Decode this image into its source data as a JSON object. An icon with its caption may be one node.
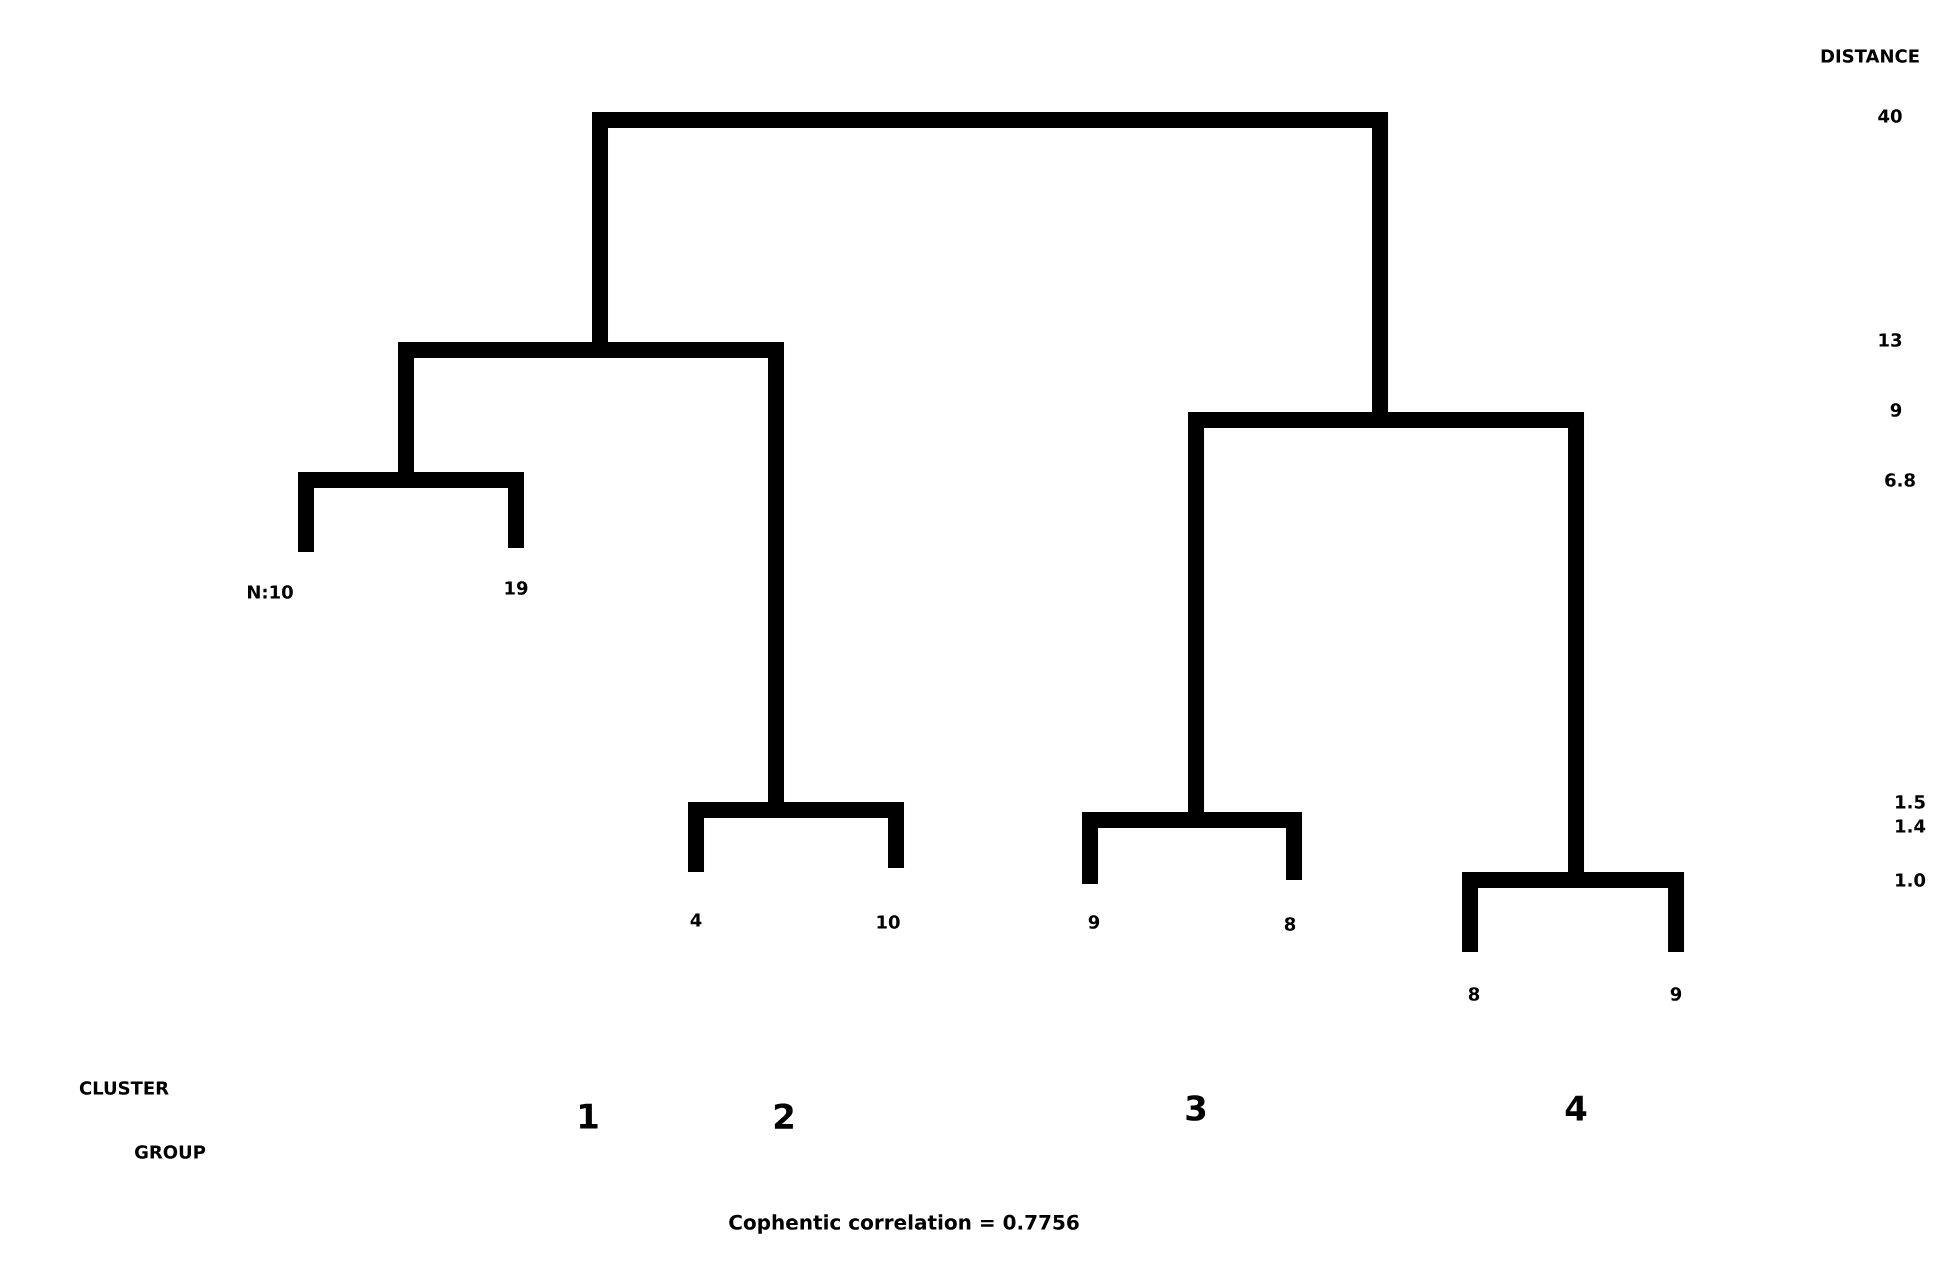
{
  "diagram": {
    "caption": "Cophentic correlation = 0.7756",
    "labels": [
      "DISTANCE",
      "40",
      "13",
      "9",
      "6.8",
      "N:10",
      "19",
      "1.5",
      "1.4",
      "1.0",
      "4",
      "10",
      "9",
      "8",
      "8",
      "9",
      "CLUSTER",
      "1",
      "2",
      "3",
      "4",
      "GROUP"
    ]
  }
}
